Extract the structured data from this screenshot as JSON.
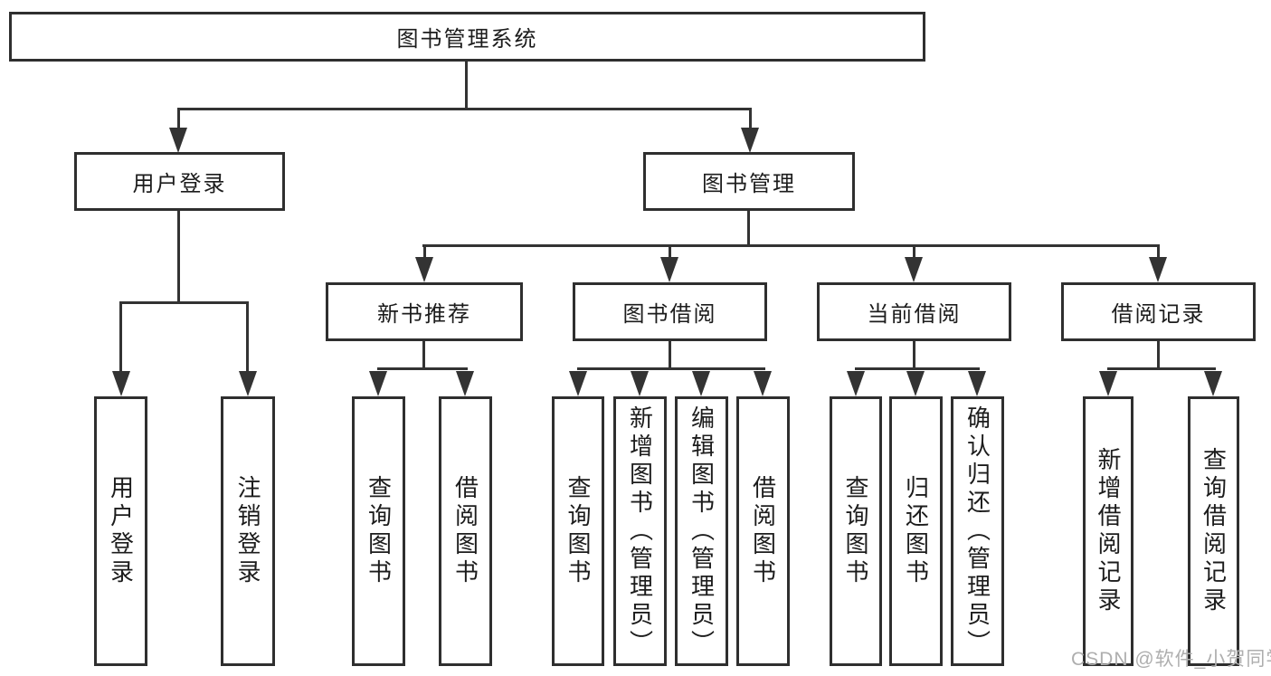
{
  "tree": {
    "root": {
      "label": "图书管理系统"
    },
    "branches": [
      {
        "label": "用户登录",
        "children": [
          {
            "label": "用户登录"
          },
          {
            "label": "注销登录"
          }
        ]
      },
      {
        "label": "图书管理",
        "children": [
          {
            "label": "新书推荐",
            "children": [
              {
                "label": "查询图书"
              },
              {
                "label": "借阅图书"
              }
            ]
          },
          {
            "label": "图书借阅",
            "children": [
              {
                "label": "查询图书"
              },
              {
                "label": "新增图书（管理员）"
              },
              {
                "label": "编辑图书（管理员）"
              },
              {
                "label": "借阅图书"
              }
            ]
          },
          {
            "label": "当前借阅",
            "children": [
              {
                "label": "查询图书"
              },
              {
                "label": "归还图书"
              },
              {
                "label": "确认归还（管理员）"
              }
            ]
          },
          {
            "label": "借阅记录",
            "children": [
              {
                "label": "新增借阅记录"
              },
              {
                "label": "查询借阅记录"
              }
            ]
          }
        ]
      }
    ]
  },
  "watermark": {
    "text": "CSDN @软件_小贺同学"
  },
  "colors": {
    "line": "#333333",
    "border": "#2f2f2f",
    "text": "#1c1c1c",
    "watermark": "#aeaeae",
    "background": "#ffffff"
  }
}
